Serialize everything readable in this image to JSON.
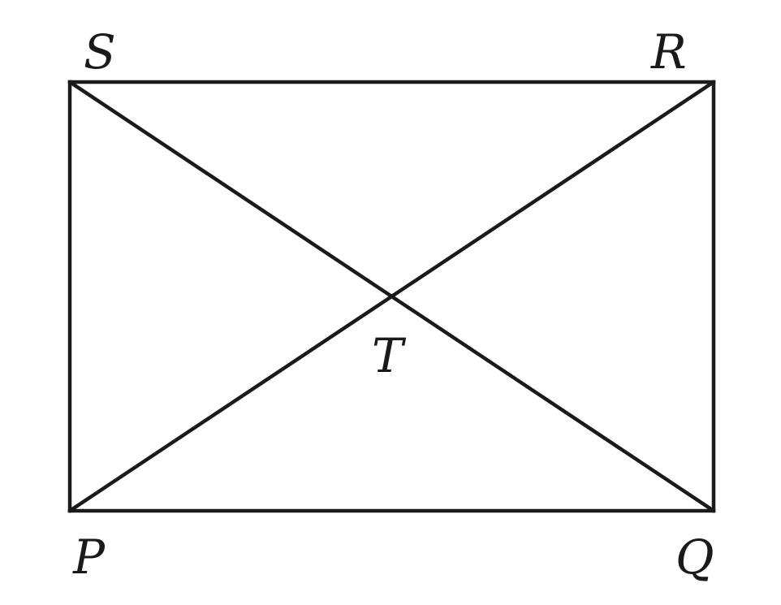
{
  "figure": {
    "vertices": {
      "S": "S",
      "R": "R",
      "P": "P",
      "Q": "Q",
      "T": "T"
    },
    "line_color": "#1a1a1a",
    "background": "#ffffff"
  }
}
